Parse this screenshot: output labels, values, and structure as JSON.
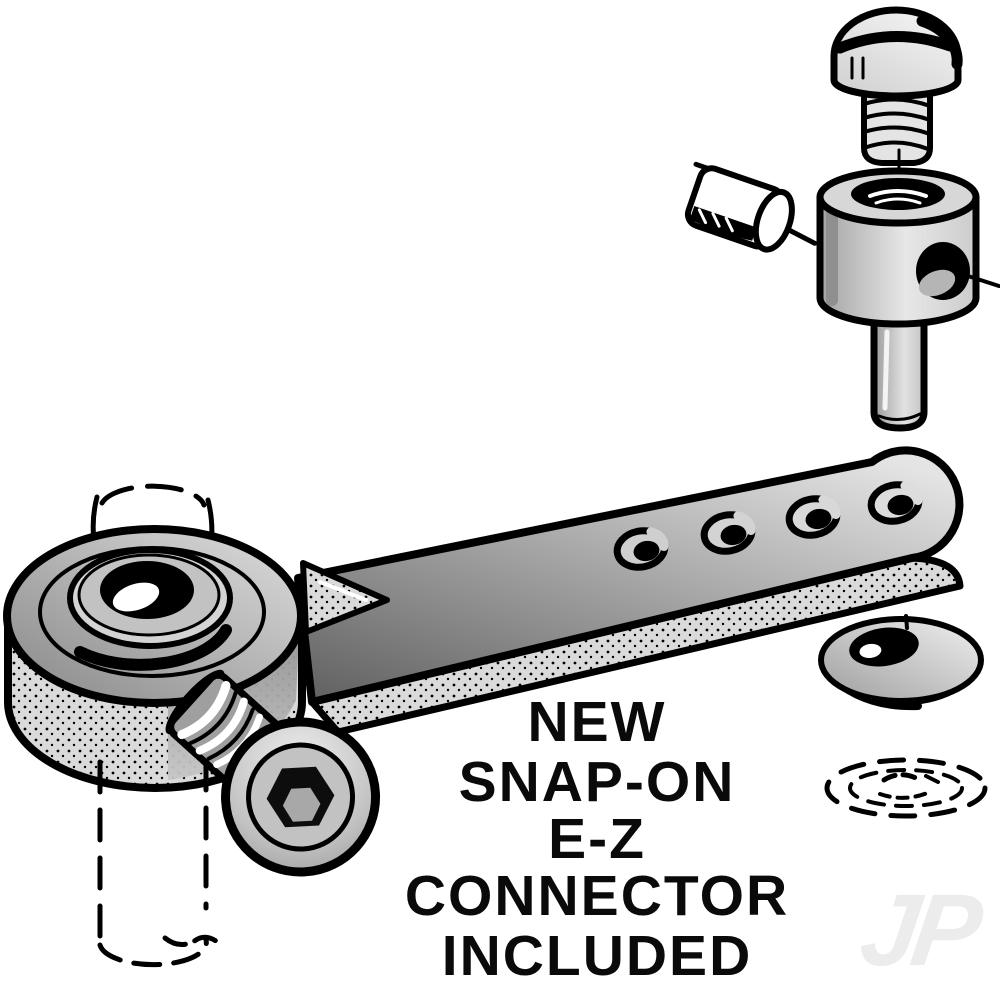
{
  "caption": {
    "lines": [
      "NEW",
      "SNAP-ON",
      "E-Z",
      "CONNECTOR",
      "INCLUDED"
    ]
  },
  "watermark": {
    "text": "JP",
    "color": "#ececec"
  },
  "colors": {
    "ink": "#000000",
    "background": "#ffffff",
    "metal_light": "#e6e6e6",
    "metal_mid": "#b4b4b4",
    "metal_dark": "#7c7c7c",
    "stipple_base": "#dadada",
    "watermark_grey": "#ececec"
  },
  "parts": [
    "retaining-screw",
    "ez-connector-barrel",
    "pushrod-wire",
    "servo-arm",
    "arm-hub",
    "socket-head-screw",
    "snap-on-cap",
    "washer-outline",
    "servo-shaft-outline"
  ]
}
